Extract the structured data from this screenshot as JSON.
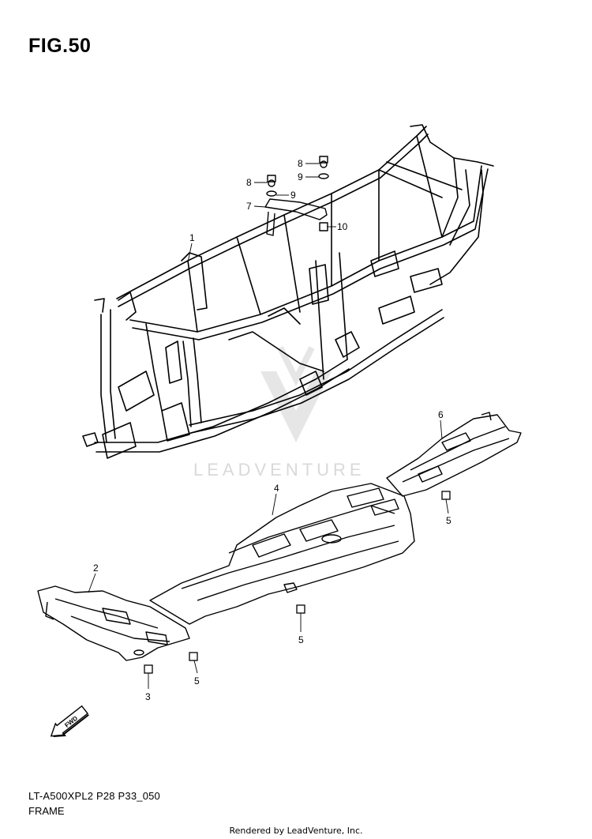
{
  "figure": {
    "title": "FIG.50"
  },
  "callouts": [
    {
      "number": "1"
    },
    {
      "number": "2"
    },
    {
      "number": "3"
    },
    {
      "number": "4"
    },
    {
      "number": "5"
    },
    {
      "number": "5"
    },
    {
      "number": "5"
    },
    {
      "number": "6"
    },
    {
      "number": "7"
    },
    {
      "number": "8"
    },
    {
      "number": "8"
    },
    {
      "number": "9"
    },
    {
      "number": "9"
    },
    {
      "number": "10"
    }
  ],
  "fwd_label": "FWD",
  "watermark": {
    "text": "LEADVENTURE"
  },
  "footer": {
    "model_code": "LT-A500XPL2 P28 P33_050",
    "section_name": "FRAME",
    "rendered_by": "Rendered by LeadVenture, Inc."
  }
}
